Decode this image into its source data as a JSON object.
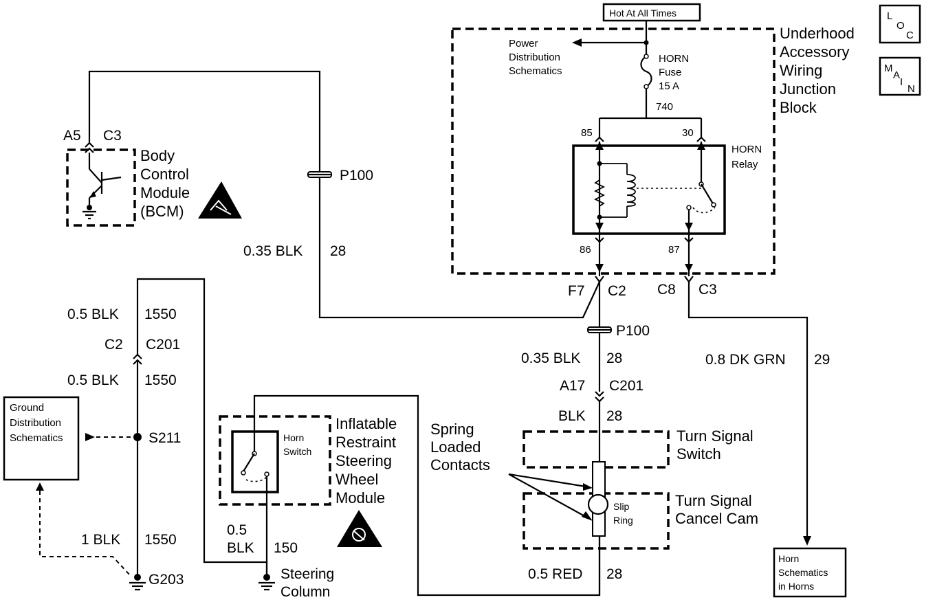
{
  "labels": {
    "hot": "Hot At All Times",
    "loc": [
      "L",
      "O",
      "C"
    ],
    "main": [
      "M",
      "A",
      "I",
      "N"
    ],
    "underhood": [
      "Underhood",
      "Accessory",
      "Wiring",
      "Junction",
      "Block"
    ],
    "power_dist": [
      "Power",
      "Distribution",
      "Schematics"
    ],
    "horn_fuse": [
      "HORN",
      "Fuse",
      "15 A"
    ],
    "w740": "740",
    "pin85": "85",
    "pin30": "30",
    "pin86": "86",
    "pin87": "87",
    "horn_relay": [
      "HORN",
      "Relay"
    ],
    "f7": "F7",
    "c2_top": "C2",
    "c8": "C8",
    "c3_right": "C3",
    "p100_upper": "P100",
    "p100_lower": "P100",
    "blk035_28_left": "0.35 BLK",
    "n28_left": "28",
    "a5": "A5",
    "c3_left": "C3",
    "bcm": [
      "Body",
      "Control",
      "Module",
      "(BCM)"
    ],
    "blk05_1550_a": "0.5 BLK",
    "n1550_a": "1550",
    "c2_left": "C2",
    "c201_left": "C201",
    "blk05_1550_b": "0.5 BLK",
    "n1550_b": "1550",
    "ground_dist": [
      "Ground",
      "Distribution",
      "Schematics"
    ],
    "s211": "S211",
    "blk1_1550": "1 BLK",
    "n1550_c": "1550",
    "g203": "G203",
    "horn_switch": [
      "Horn",
      "Switch"
    ],
    "irsw": [
      "Inflatable",
      "Restraint",
      "Steering",
      "Wheel",
      "Module"
    ],
    "blk05_150": [
      "0.5",
      "BLK"
    ],
    "n150": "150",
    "steering_column": [
      "Steering",
      "Column"
    ],
    "blk035_28_right": "0.35 BLK",
    "n28_right": "28",
    "a17": "A17",
    "c201_right": "C201",
    "blk_28": "BLK",
    "n28_blk": "28",
    "spring_contacts": [
      "Spring",
      "Loaded",
      "Contacts"
    ],
    "turn_signal_switch": [
      "Turn Signal",
      "Switch"
    ],
    "slip_ring": [
      "Slip",
      "Ring"
    ],
    "turn_signal_cam": [
      "Turn Signal",
      "Cancel Cam"
    ],
    "red05": "0.5 RED",
    "n28_red": "28",
    "dkgrn": "0.8 DK GRN",
    "n29": "29",
    "horn_schem": [
      "Horn",
      "Schematics",
      "in Horns"
    ]
  }
}
